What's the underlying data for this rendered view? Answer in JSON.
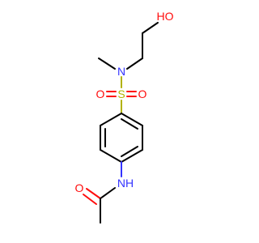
{
  "molecule": {
    "atoms": {
      "hydroxyl": "HO",
      "amine_n": "N",
      "sulfur": "S",
      "sulfonyl_o_left": "O",
      "sulfonyl_o_right": "O",
      "amide_nh": "NH",
      "carbonyl_o": "O"
    },
    "colors": {
      "bond": "#000000",
      "nitrogen": "#3333ff",
      "oxygen": "#ff0d0d",
      "sulfur": "#b2b200"
    }
  }
}
